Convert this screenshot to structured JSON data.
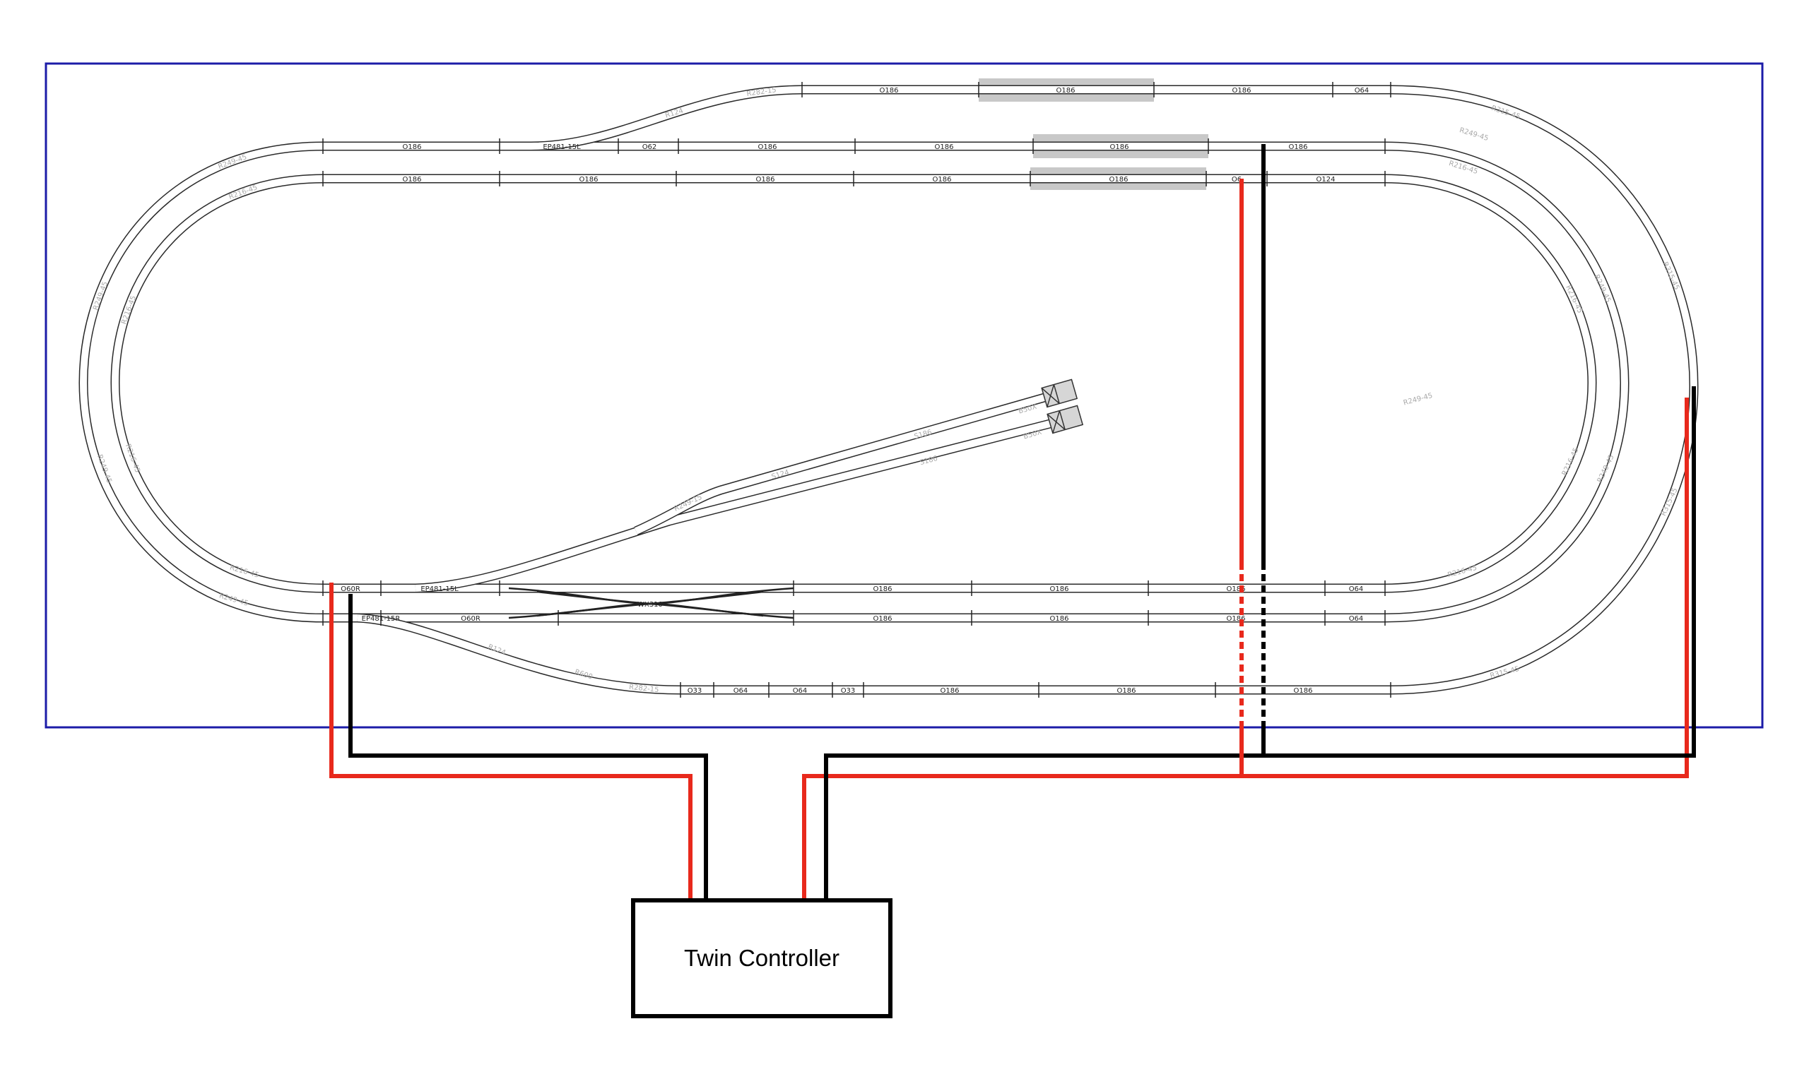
{
  "controller": {
    "label": "Twin Controller"
  },
  "colors": {
    "board_border": "#1c1ca8",
    "positive_wire": "#e8291c",
    "negative_wire": "#000000",
    "platform": "#c8c8c8",
    "buffer": "#d6d6d6"
  },
  "labels": {
    "outer_top": [
      "R124",
      "R282-15",
      "O186",
      "O186",
      "O186",
      "O64"
    ],
    "outer_curves": [
      "R315-45",
      "R315-45",
      "R315-45",
      "R315-45"
    ],
    "outer_bottom": [
      "R124",
      "R600",
      "R282-15",
      "O33",
      "O64",
      "O64",
      "O33",
      "O186",
      "O186",
      "O186"
    ],
    "inner_top": [
      "O186",
      "EP481-15L",
      "O62",
      "O186",
      "O186",
      "O186",
      "O186"
    ],
    "inner_curves": [
      "R249-45",
      "R249-45",
      "R249-45",
      "R249-45",
      "R249-45",
      "R249-45",
      "R249-45",
      "R249-45"
    ],
    "inner_bottom": [
      "EP481-15R",
      "O60R",
      "O186",
      "O186",
      "O186",
      "O64"
    ],
    "innermost_top": [
      "O186",
      "O186",
      "O186",
      "O186",
      "O186",
      "O6",
      "O124"
    ],
    "innermost_curves": [
      "R216-45",
      "R216-45",
      "R216-45",
      "R216-45",
      "R216-45",
      "R216-45",
      "R216-45",
      "R216-45"
    ],
    "innermost_bottom": [
      "O60R",
      "EP481-15L",
      "O186",
      "O186",
      "O186",
      "O64"
    ],
    "crossover": "WX310",
    "siding": [
      "R249-15",
      "S124",
      "S186",
      "S186",
      "B50X",
      "B50X"
    ]
  }
}
